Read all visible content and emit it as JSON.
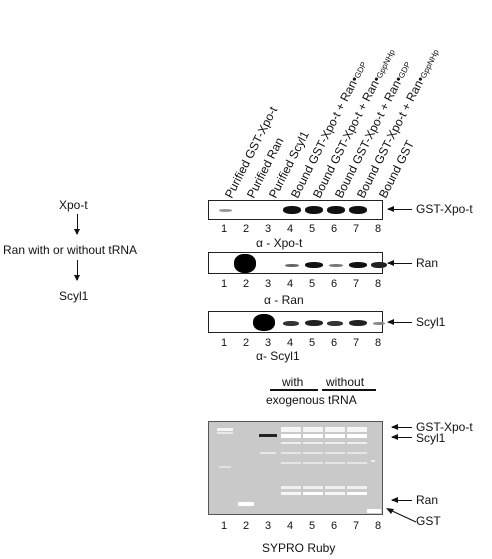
{
  "flow": {
    "step1": "Xpo-t",
    "step2": "Ran with or without tRNA",
    "step3": "Scyl1"
  },
  "lanes": {
    "labels": [
      {
        "main": "Purified GST-Xpo-t",
        "sub": ""
      },
      {
        "main": "Purified Ran",
        "sub": ""
      },
      {
        "main": "Purified Scyl1",
        "sub": ""
      },
      {
        "main": "Bound GST-Xpo-t + Ran•",
        "sub": "GDP"
      },
      {
        "main": "Bound GST-Xpo-t + Ran•",
        "sub": "GppNHp"
      },
      {
        "main": "Bound GST-Xpo-t + Ran•",
        "sub": "GDP"
      },
      {
        "main": "Bound GST-Xpo-t + Ran•",
        "sub": "GppNHp"
      },
      {
        "main": "Bound GST",
        "sub": ""
      }
    ],
    "numbers": [
      "1",
      "2",
      "3",
      "4",
      "5",
      "6",
      "7",
      "8"
    ]
  },
  "blots": {
    "xpot": {
      "antibody": "α - Xpo-t",
      "label": "GST-Xpo-t"
    },
    "ran": {
      "antibody": "α - Ran",
      "label": "Ran"
    },
    "scyl1": {
      "antibody": "α- Scyl1",
      "label": "Scyl1"
    }
  },
  "groups": {
    "with": "with",
    "without": "without",
    "caption": "exogenous tRNA"
  },
  "gel": {
    "labels": {
      "gstxpot": "GST-Xpo-t",
      "scyl1": "Scyl1",
      "ran": "Ran",
      "gst": "GST"
    },
    "stain": "SYPRO Ruby"
  }
}
